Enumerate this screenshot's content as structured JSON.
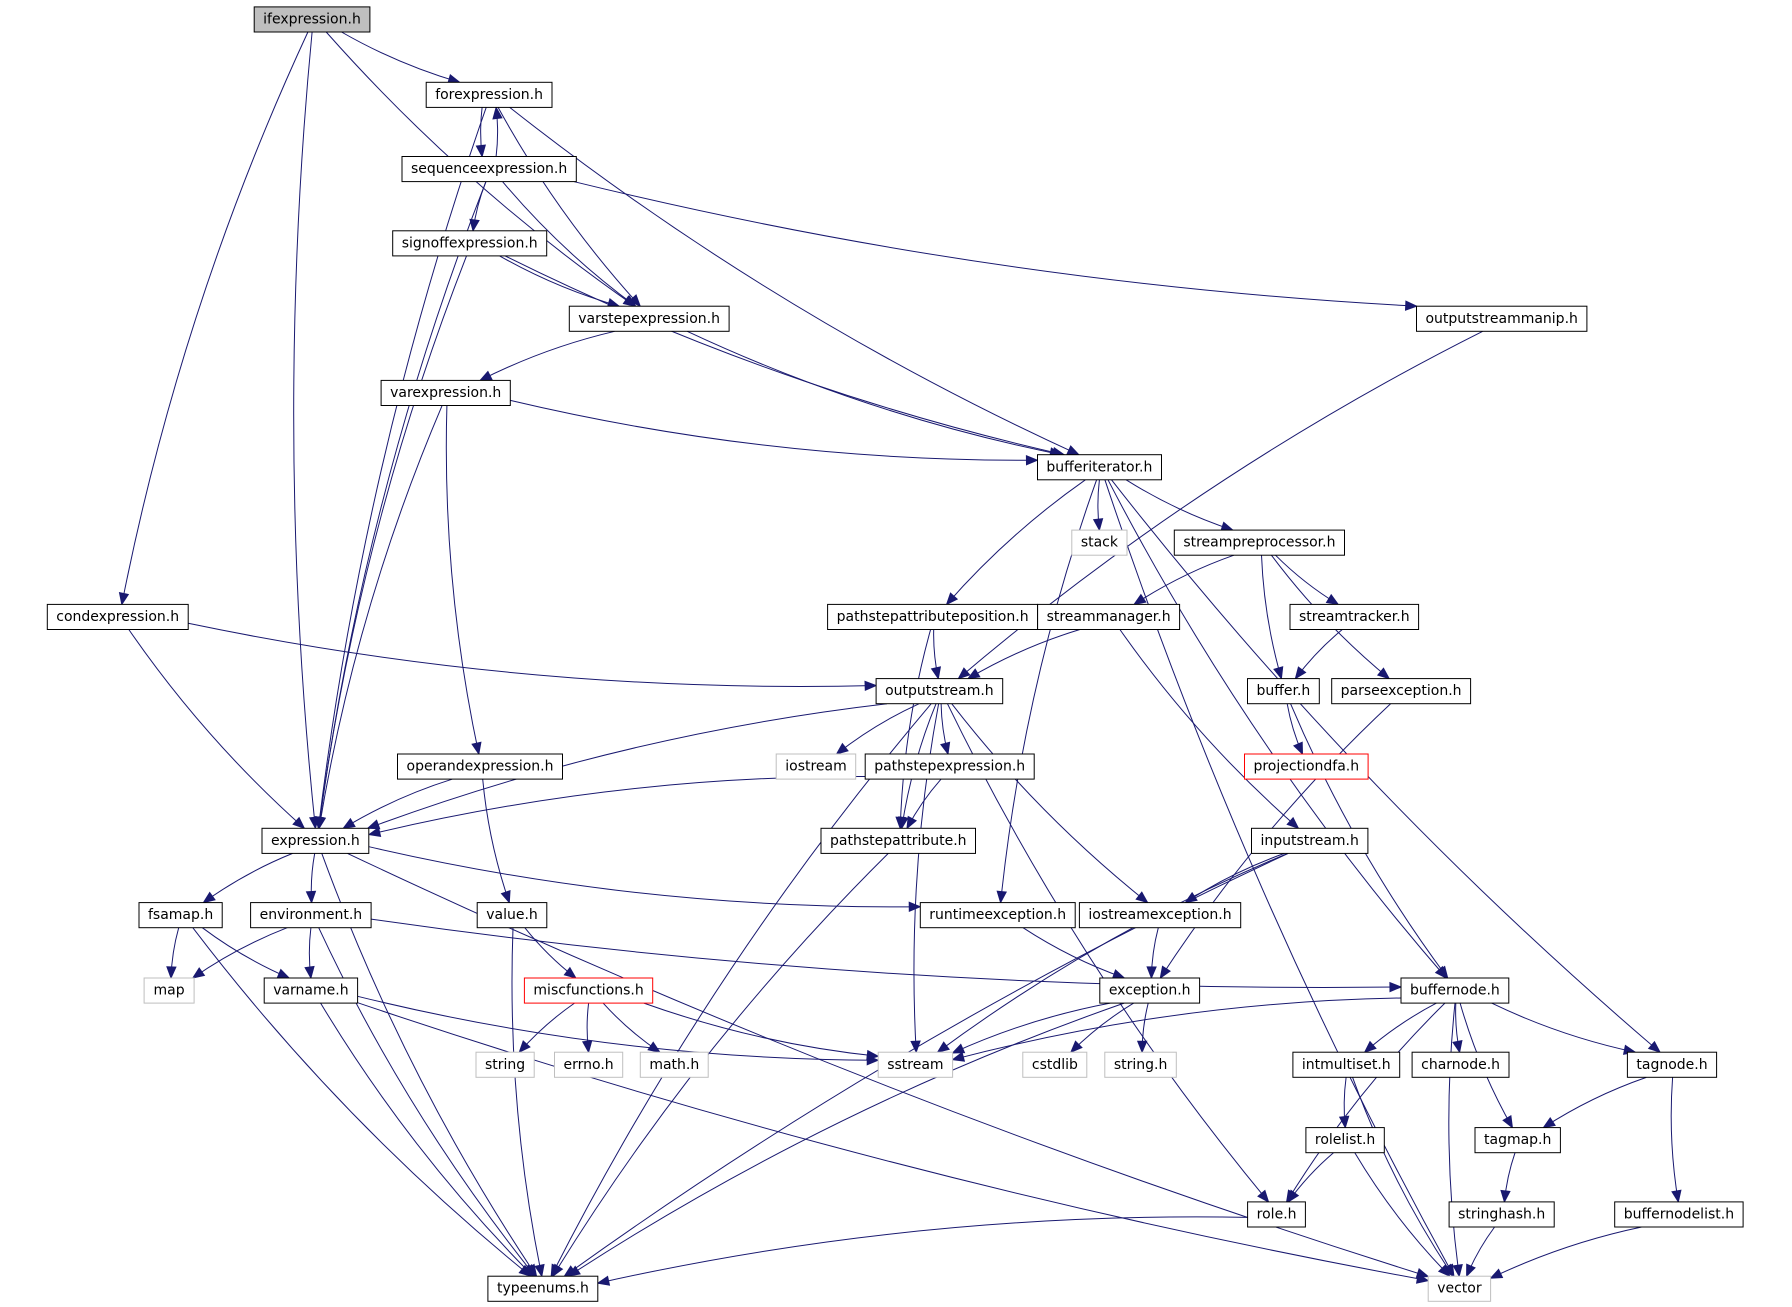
{
  "colors": {
    "edge": "#191970",
    "node_border": "#000000",
    "root_fill": "#bfbfbf",
    "external_border": "#bfbfbf",
    "missing_border": "#ff0000"
  },
  "nodes": [
    {
      "id": "ifexpression",
      "label": "ifexpression.h",
      "kind": "root"
    },
    {
      "id": "forexpression",
      "label": "forexpression.h",
      "kind": "normal"
    },
    {
      "id": "sequenceexpression",
      "label": "sequenceexpression.h",
      "kind": "normal"
    },
    {
      "id": "signoffexpression",
      "label": "signoffexpression.h",
      "kind": "normal"
    },
    {
      "id": "varstepexpression",
      "label": "varstepexpression.h",
      "kind": "normal"
    },
    {
      "id": "outputstreammanip",
      "label": "outputstreammanip.h",
      "kind": "normal"
    },
    {
      "id": "varexpression",
      "label": "varexpression.h",
      "kind": "normal"
    },
    {
      "id": "bufferiterator",
      "label": "bufferiterator.h",
      "kind": "normal"
    },
    {
      "id": "stack",
      "label": "stack",
      "kind": "external"
    },
    {
      "id": "streampreprocessor",
      "label": "streampreprocessor.h",
      "kind": "normal"
    },
    {
      "id": "condexpression",
      "label": "condexpression.h",
      "kind": "normal"
    },
    {
      "id": "pathstepattributeposition",
      "label": "pathstepattributeposition.h",
      "kind": "normal"
    },
    {
      "id": "streammanager",
      "label": "streammanager.h",
      "kind": "normal"
    },
    {
      "id": "streamtracker",
      "label": "streamtracker.h",
      "kind": "normal"
    },
    {
      "id": "outputstream",
      "label": "outputstream.h",
      "kind": "normal"
    },
    {
      "id": "buffer",
      "label": "buffer.h",
      "kind": "normal"
    },
    {
      "id": "parseexception",
      "label": "parseexception.h",
      "kind": "normal"
    },
    {
      "id": "iostream",
      "label": "iostream",
      "kind": "external"
    },
    {
      "id": "pathstepexpression",
      "label": "pathstepexpression.h",
      "kind": "normal"
    },
    {
      "id": "operandexpression",
      "label": "operandexpression.h",
      "kind": "normal"
    },
    {
      "id": "projectiondfa",
      "label": "projectiondfa.h",
      "kind": "missing"
    },
    {
      "id": "expression",
      "label": "expression.h",
      "kind": "normal"
    },
    {
      "id": "pathstepattribute",
      "label": "pathstepattribute.h",
      "kind": "normal"
    },
    {
      "id": "inputstream",
      "label": "inputstream.h",
      "kind": "normal"
    },
    {
      "id": "fsamap",
      "label": "fsamap.h",
      "kind": "normal"
    },
    {
      "id": "environment",
      "label": "environment.h",
      "kind": "normal"
    },
    {
      "id": "value",
      "label": "value.h",
      "kind": "normal"
    },
    {
      "id": "runtimeexception",
      "label": "runtimeexception.h",
      "kind": "normal"
    },
    {
      "id": "iostreamexception",
      "label": "iostreamexception.h",
      "kind": "normal"
    },
    {
      "id": "map",
      "label": "map",
      "kind": "external"
    },
    {
      "id": "varname",
      "label": "varname.h",
      "kind": "normal"
    },
    {
      "id": "miscfunctions",
      "label": "miscfunctions.h",
      "kind": "missing"
    },
    {
      "id": "exception",
      "label": "exception.h",
      "kind": "normal"
    },
    {
      "id": "buffernode",
      "label": "buffernode.h",
      "kind": "normal"
    },
    {
      "id": "string",
      "label": "string",
      "kind": "external"
    },
    {
      "id": "errno",
      "label": "errno.h",
      "kind": "external"
    },
    {
      "id": "math",
      "label": "math.h",
      "kind": "external"
    },
    {
      "id": "sstream",
      "label": "sstream",
      "kind": "external"
    },
    {
      "id": "cstdlib",
      "label": "cstdlib",
      "kind": "external"
    },
    {
      "id": "string_h",
      "label": "string.h",
      "kind": "external"
    },
    {
      "id": "intmultiset",
      "label": "intmultiset.h",
      "kind": "normal"
    },
    {
      "id": "charnode",
      "label": "charnode.h",
      "kind": "normal"
    },
    {
      "id": "tagnode",
      "label": "tagnode.h",
      "kind": "normal"
    },
    {
      "id": "rolelist",
      "label": "rolelist.h",
      "kind": "normal"
    },
    {
      "id": "tagmap",
      "label": "tagmap.h",
      "kind": "normal"
    },
    {
      "id": "role",
      "label": "role.h",
      "kind": "normal"
    },
    {
      "id": "stringhash",
      "label": "stringhash.h",
      "kind": "normal"
    },
    {
      "id": "buffernodelist",
      "label": "buffernodelist.h",
      "kind": "normal"
    },
    {
      "id": "typeenums",
      "label": "typeenums.h",
      "kind": "normal"
    },
    {
      "id": "vector",
      "label": "vector",
      "kind": "external"
    }
  ],
  "edges": [
    {
      "from": "ifexpression",
      "to": "forexpression"
    },
    {
      "from": "ifexpression",
      "to": "varstepexpression"
    },
    {
      "from": "ifexpression",
      "to": "condexpression"
    },
    {
      "from": "ifexpression",
      "to": "expression"
    },
    {
      "from": "forexpression",
      "to": "sequenceexpression"
    },
    {
      "from": "sequenceexpression",
      "to": "forexpression"
    },
    {
      "from": "forexpression",
      "to": "varstepexpression"
    },
    {
      "from": "forexpression",
      "to": "bufferiterator"
    },
    {
      "from": "forexpression",
      "to": "expression"
    },
    {
      "from": "sequenceexpression",
      "to": "signoffexpression"
    },
    {
      "from": "sequenceexpression",
      "to": "varstepexpression"
    },
    {
      "from": "sequenceexpression",
      "to": "outputstreammanip"
    },
    {
      "from": "sequenceexpression",
      "to": "expression"
    },
    {
      "from": "signoffexpression",
      "to": "varstepexpression"
    },
    {
      "from": "signoffexpression",
      "to": "bufferiterator"
    },
    {
      "from": "signoffexpression",
      "to": "expression"
    },
    {
      "from": "varstepexpression",
      "to": "varexpression"
    },
    {
      "from": "varstepexpression",
      "to": "bufferiterator"
    },
    {
      "from": "outputstreammanip",
      "to": "outputstream"
    },
    {
      "from": "varexpression",
      "to": "bufferiterator"
    },
    {
      "from": "varexpression",
      "to": "operandexpression"
    },
    {
      "from": "varexpression",
      "to": "expression"
    },
    {
      "from": "bufferiterator",
      "to": "stack"
    },
    {
      "from": "bufferiterator",
      "to": "streampreprocessor"
    },
    {
      "from": "bufferiterator",
      "to": "pathstepattributeposition"
    },
    {
      "from": "bufferiterator",
      "to": "runtimeexception"
    },
    {
      "from": "bufferiterator",
      "to": "buffernode"
    },
    {
      "from": "bufferiterator",
      "to": "tagnode"
    },
    {
      "from": "bufferiterator",
      "to": "vector"
    },
    {
      "from": "streampreprocessor",
      "to": "streammanager"
    },
    {
      "from": "streampreprocessor",
      "to": "streamtracker"
    },
    {
      "from": "streampreprocessor",
      "to": "buffer"
    },
    {
      "from": "streampreprocessor",
      "to": "parseexception"
    },
    {
      "from": "condexpression",
      "to": "outputstream"
    },
    {
      "from": "condexpression",
      "to": "expression"
    },
    {
      "from": "pathstepattributeposition",
      "to": "outputstream"
    },
    {
      "from": "pathstepattributeposition",
      "to": "pathstepattribute"
    },
    {
      "from": "streammanager",
      "to": "outputstream"
    },
    {
      "from": "streammanager",
      "to": "inputstream"
    },
    {
      "from": "streamtracker",
      "to": "buffer"
    },
    {
      "from": "buffer",
      "to": "projectiondfa"
    },
    {
      "from": "buffer",
      "to": "buffernode"
    },
    {
      "from": "parseexception",
      "to": "exception"
    },
    {
      "from": "outputstream",
      "to": "iostream"
    },
    {
      "from": "outputstream",
      "to": "pathstepexpression"
    },
    {
      "from": "outputstream",
      "to": "pathstepattribute"
    },
    {
      "from": "outputstream",
      "to": "expression"
    },
    {
      "from": "outputstream",
      "to": "iostreamexception"
    },
    {
      "from": "outputstream",
      "to": "sstream"
    },
    {
      "from": "outputstream",
      "to": "role"
    },
    {
      "from": "outputstream",
      "to": "typeenums"
    },
    {
      "from": "pathstepexpression",
      "to": "pathstepattribute"
    },
    {
      "from": "pathstepexpression",
      "to": "expression"
    },
    {
      "from": "operandexpression",
      "to": "expression"
    },
    {
      "from": "operandexpression",
      "to": "value"
    },
    {
      "from": "expression",
      "to": "fsamap"
    },
    {
      "from": "expression",
      "to": "environment"
    },
    {
      "from": "expression",
      "to": "runtimeexception"
    },
    {
      "from": "expression",
      "to": "typeenums"
    },
    {
      "from": "expression",
      "to": "vector"
    },
    {
      "from": "pathstepattribute",
      "to": "typeenums"
    },
    {
      "from": "inputstream",
      "to": "iostreamexception"
    },
    {
      "from": "inputstream",
      "to": "sstream"
    },
    {
      "from": "inputstream",
      "to": "typeenums"
    },
    {
      "from": "fsamap",
      "to": "map"
    },
    {
      "from": "fsamap",
      "to": "varname"
    },
    {
      "from": "fsamap",
      "to": "typeenums"
    },
    {
      "from": "environment",
      "to": "map"
    },
    {
      "from": "environment",
      "to": "varname"
    },
    {
      "from": "environment",
      "to": "buffernode"
    },
    {
      "from": "environment",
      "to": "typeenums"
    },
    {
      "from": "value",
      "to": "miscfunctions"
    },
    {
      "from": "value",
      "to": "typeenums"
    },
    {
      "from": "runtimeexception",
      "to": "exception"
    },
    {
      "from": "iostreamexception",
      "to": "exception"
    },
    {
      "from": "varname",
      "to": "sstream"
    },
    {
      "from": "varname",
      "to": "typeenums"
    },
    {
      "from": "varname",
      "to": "vector"
    },
    {
      "from": "miscfunctions",
      "to": "string"
    },
    {
      "from": "miscfunctions",
      "to": "errno"
    },
    {
      "from": "miscfunctions",
      "to": "math"
    },
    {
      "from": "miscfunctions",
      "to": "sstream"
    },
    {
      "from": "exception",
      "to": "sstream"
    },
    {
      "from": "exception",
      "to": "cstdlib"
    },
    {
      "from": "exception",
      "to": "string_h"
    },
    {
      "from": "exception",
      "to": "typeenums"
    },
    {
      "from": "buffernode",
      "to": "sstream"
    },
    {
      "from": "buffernode",
      "to": "intmultiset"
    },
    {
      "from": "buffernode",
      "to": "charnode"
    },
    {
      "from": "buffernode",
      "to": "tagnode"
    },
    {
      "from": "buffernode",
      "to": "tagmap"
    },
    {
      "from": "buffernode",
      "to": "role"
    },
    {
      "from": "buffernode",
      "to": "vector"
    },
    {
      "from": "intmultiset",
      "to": "rolelist"
    },
    {
      "from": "intmultiset",
      "to": "vector"
    },
    {
      "from": "rolelist",
      "to": "role"
    },
    {
      "from": "rolelist",
      "to": "vector"
    },
    {
      "from": "tagnode",
      "to": "tagmap"
    },
    {
      "from": "tagnode",
      "to": "buffernodelist"
    },
    {
      "from": "tagmap",
      "to": "stringhash"
    },
    {
      "from": "stringhash",
      "to": "vector"
    },
    {
      "from": "buffernodelist",
      "to": "vector"
    },
    {
      "from": "role",
      "to": "typeenums"
    }
  ]
}
